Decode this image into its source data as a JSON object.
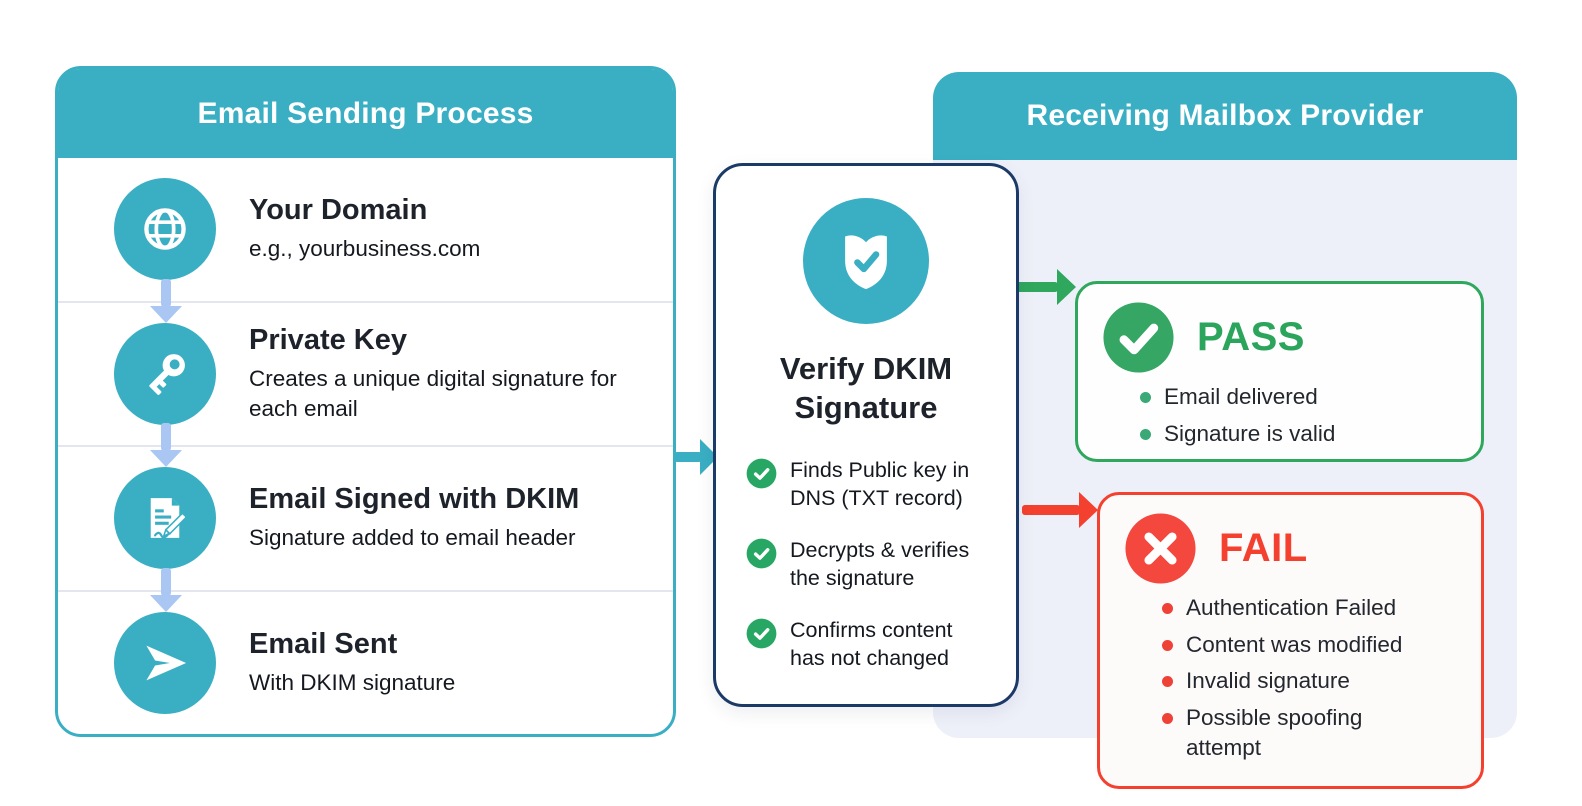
{
  "left_panel": {
    "title": "Email Sending Process",
    "steps": [
      {
        "icon": "globe-icon",
        "title": "Your Domain",
        "description": "e.g., yourbusiness.com"
      },
      {
        "icon": "key-icon",
        "title": "Private Key",
        "description": "Creates a unique digital signature for each email"
      },
      {
        "icon": "document-signature-icon",
        "title": "Email Signed with DKIM",
        "description": "Signature added to email header"
      },
      {
        "icon": "send-icon",
        "title": "Email Sent",
        "description": "With DKIM signature"
      }
    ]
  },
  "verify_panel": {
    "icon": "shield-check-icon",
    "title": "Verify DKIM Signature",
    "checks": [
      "Finds Public key in DNS (TXT record)",
      "Decrypts & verifies the signature",
      "Confirms content has not changed"
    ]
  },
  "right_panel": {
    "title": "Receiving Mailbox Provider",
    "pass": {
      "icon": "check-circle-icon",
      "label": "PASS",
      "bullets": [
        "Email delivered",
        "Signature is valid"
      ]
    },
    "fail": {
      "icon": "x-circle-icon",
      "label": "FAIL",
      "bullets": [
        "Authentication Failed",
        "Content was modified",
        "Invalid signature",
        "Possible spoofing attempt"
      ]
    }
  },
  "colors": {
    "teal": "#3AAFC3",
    "navy_border": "#1B3A68",
    "green": "#2FA75D",
    "red": "#F4402F",
    "light_blue_arrow": "#A9C7F2",
    "divider": "#E3E6EF",
    "right_body_bg": "#EEF0F9"
  }
}
